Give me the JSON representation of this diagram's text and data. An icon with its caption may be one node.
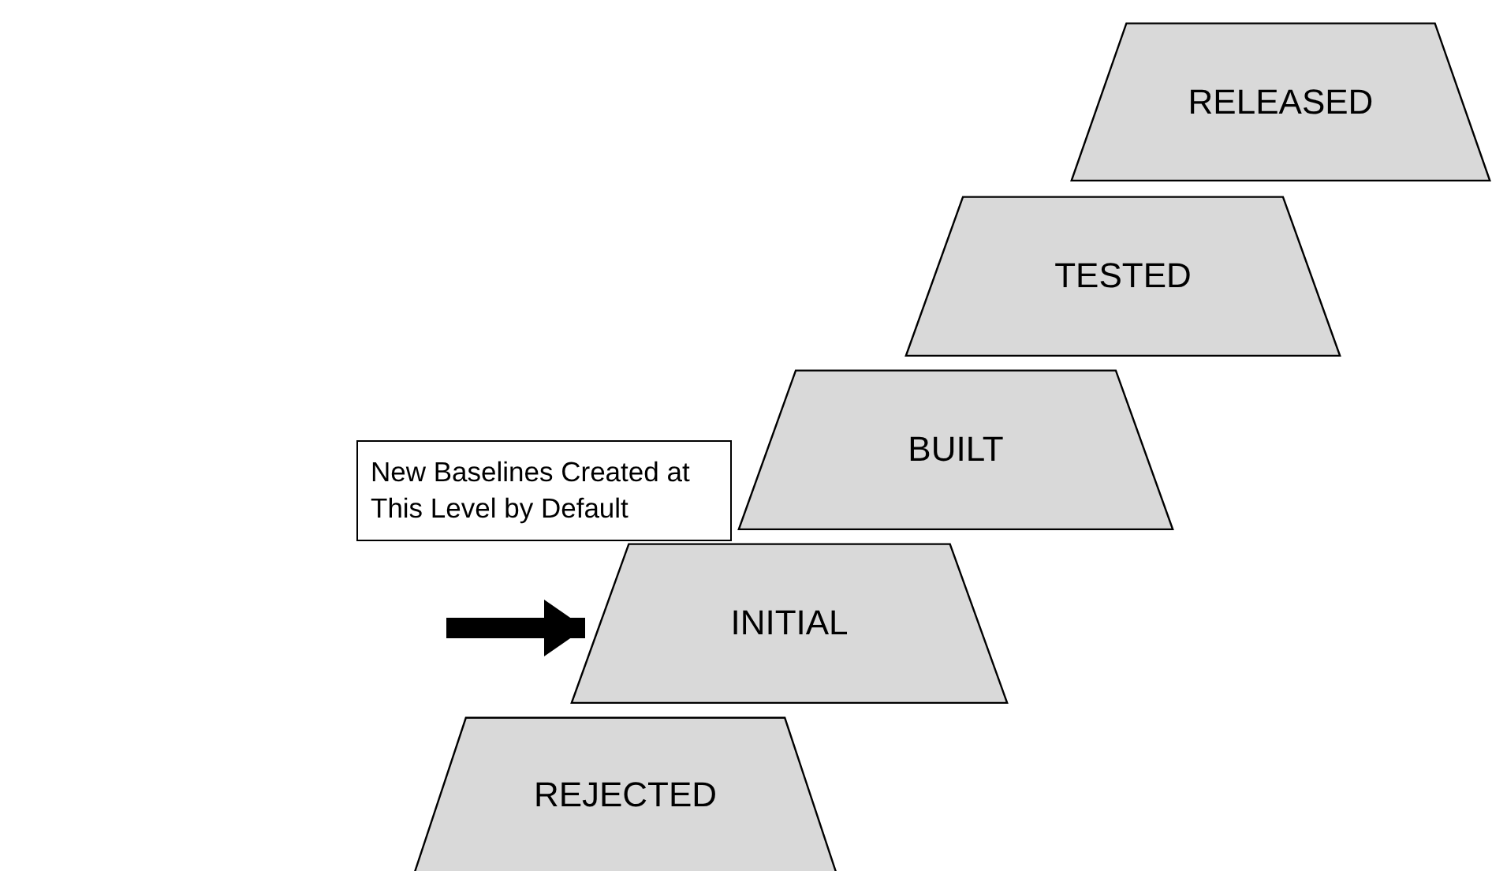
{
  "diagram": {
    "nodes": [
      {
        "text": [
          "RELEASED"
        ]
      },
      {
        "text": [
          "TESTED"
        ]
      },
      {
        "text": [
          "BUILT"
        ]
      },
      {
        "text": [
          "New Baselines Created at This Level by Default"
        ]
      },
      {
        "text": [
          "INITIAL"
        ]
      },
      {
        "text": [
          "REJECTED"
        ]
      }
    ],
    "edges": [
      {
        "from": null,
        "to": 4,
        "arrow": "to"
      }
    ]
  }
}
